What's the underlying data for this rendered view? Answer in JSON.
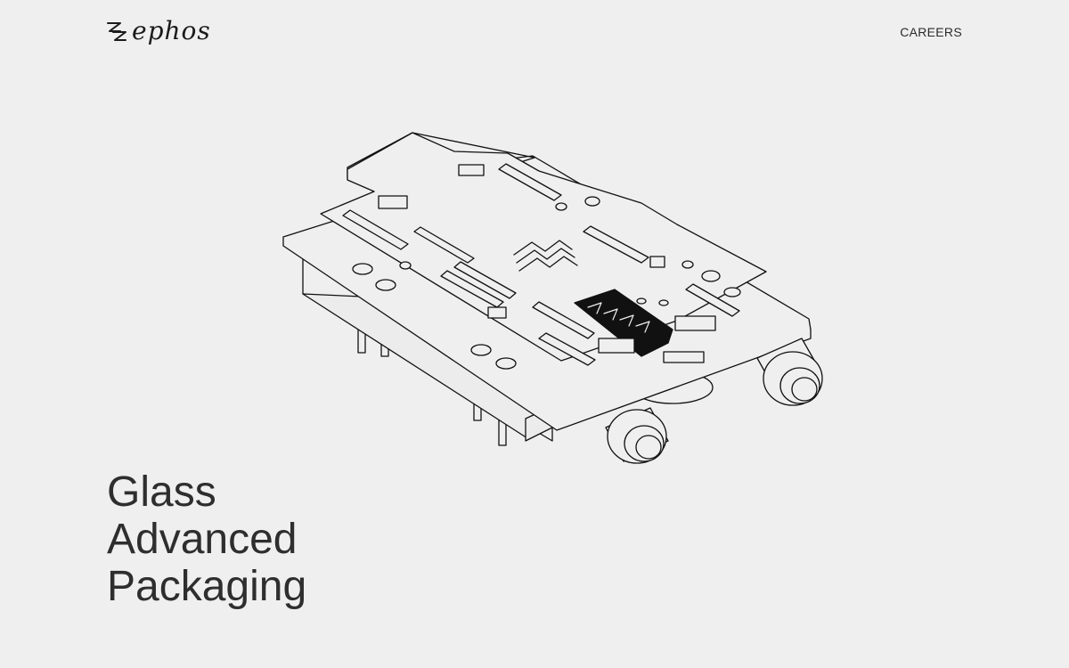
{
  "header": {
    "logo_text": "ephos",
    "logo_icon": "ephos-logo-icon",
    "nav": {
      "careers_label": "CAREERS"
    }
  },
  "illustration": {
    "icon": "glass-packaging-module-illustration"
  },
  "hero": {
    "title_lines": [
      "Glass",
      "Advanced",
      "Packaging"
    ]
  }
}
